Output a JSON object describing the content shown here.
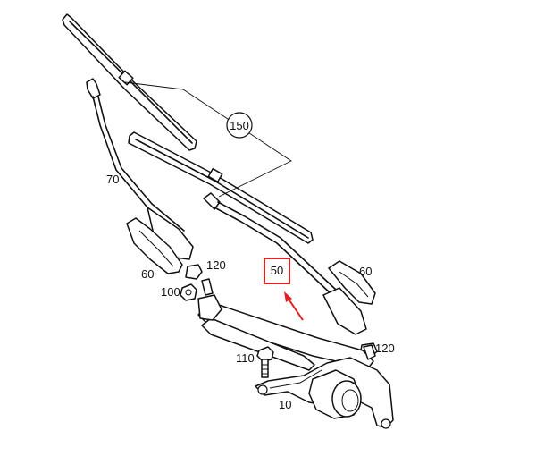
{
  "callouts": {
    "c150": "150",
    "c70": "70",
    "c60_left": "60",
    "c60_right": "60",
    "c120_top": "120",
    "c120_bottom": "120",
    "c100": "100",
    "c110": "110",
    "c10": "10",
    "c50": "50"
  },
  "highlight": {
    "target": "50",
    "box_color": "#e02020",
    "arrow_color": "#e02020"
  }
}
